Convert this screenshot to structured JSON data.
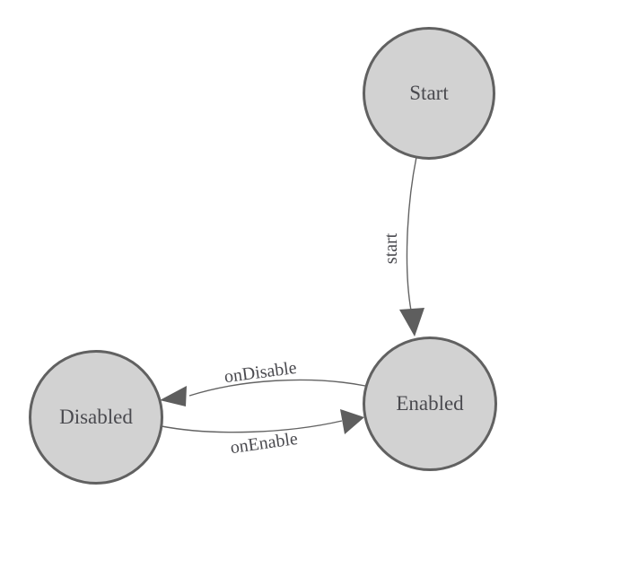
{
  "diagram": {
    "type": "state-diagram",
    "nodes": [
      {
        "id": "start",
        "label": "Start"
      },
      {
        "id": "enabled",
        "label": "Enabled"
      },
      {
        "id": "disabled",
        "label": "Disabled"
      }
    ],
    "edges": [
      {
        "from": "start",
        "to": "enabled",
        "label": "start"
      },
      {
        "from": "enabled",
        "to": "disabled",
        "label": "onDisable"
      },
      {
        "from": "disabled",
        "to": "enabled",
        "label": "onEnable"
      }
    ],
    "colors": {
      "background": "#ffffff",
      "node_fill": "#d2d2d2",
      "node_stroke": "#616161",
      "edge_stroke": "#636363",
      "arrow_fill": "#5e5e5e",
      "label_text": "#4a4a4f"
    }
  }
}
